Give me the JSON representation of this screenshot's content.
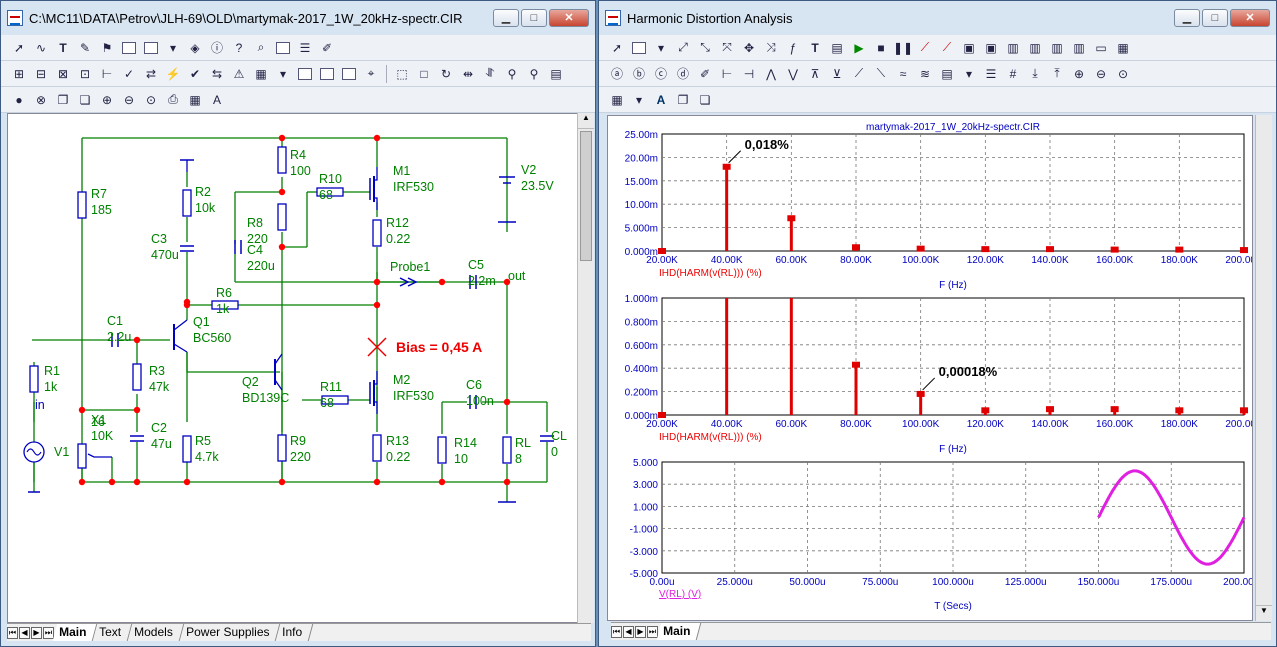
{
  "left_window": {
    "title": "C:\\MC11\\DATA\\Petrov\\JLH-69\\OLD\\martymak-2017_1W_20kHz-spectr.CIR",
    "tabs": [
      "Main",
      "Text",
      "Models",
      "Power Supplies",
      "Info"
    ],
    "active_tab": "Main"
  },
  "schematic": {
    "components": [
      {
        "ref": "R7",
        "value": "185"
      },
      {
        "ref": "R2",
        "value": "10k"
      },
      {
        "ref": "R4",
        "value": "100"
      },
      {
        "ref": "R10",
        "value": "68"
      },
      {
        "ref": "M1",
        "value": "IRF530"
      },
      {
        "ref": "V2",
        "value": "23.5V"
      },
      {
        "ref": "R8",
        "value": "220"
      },
      {
        "ref": "R12",
        "value": "0.22"
      },
      {
        "ref": "C3",
        "value": "470u"
      },
      {
        "ref": "C4",
        "value": "220u"
      },
      {
        "ref": "C5",
        "value": "2.2m"
      },
      {
        "ref": "R6",
        "value": "1k"
      },
      {
        "ref": "C1",
        "value": "2.2u"
      },
      {
        "ref": "Q1",
        "value": "BC560"
      },
      {
        "ref": "R1",
        "value": "1k"
      },
      {
        "ref": "R3",
        "value": "47k"
      },
      {
        "ref": "Q2",
        "value": "BD139C"
      },
      {
        "ref": "R11",
        "value": "68"
      },
      {
        "ref": "M2",
        "value": "IRF530"
      },
      {
        "ref": "C6",
        "value": "100n"
      },
      {
        "ref": "C2",
        "value": "47u"
      },
      {
        "ref": "R5",
        "value": "4.7k"
      },
      {
        "ref": "R9",
        "value": "220"
      },
      {
        "ref": "R13",
        "value": "0.22"
      },
      {
        "ref": "R14",
        "value": "10"
      },
      {
        "ref": "RL",
        "value": "8"
      },
      {
        "ref": "CL",
        "value": "0"
      },
      {
        "ref": "V1",
        "value": ""
      },
      {
        "ref": "X1",
        "value": "10K"
      }
    ],
    "pot_pin": "16",
    "probe_label": "Probe1",
    "out_label": "out",
    "in_label": "in",
    "bias_note": "Bias = 0,45 A"
  },
  "right_window": {
    "title": "Harmonic Distortion Analysis",
    "tabs": [
      "Main"
    ],
    "active_tab": "Main"
  },
  "colors": {
    "bar": "#e00000",
    "wave": "#e020e0",
    "wire": "#008000",
    "junction": "#ff0000",
    "part": "#0000c0",
    "label": "#008000",
    "axis": "#0000c0"
  },
  "chart_data": [
    {
      "type": "bar",
      "title": "martymak-2017_1W_20kHz-spectr.CIR",
      "xlabel": "F (Hz)",
      "ylabel": "IHD(HARM(v(RL))) (%)",
      "xlim": [
        20000,
        200000
      ],
      "ylim": [
        0,
        0.025
      ],
      "x_tick_labels": [
        "20.00K",
        "40.00K",
        "60.00K",
        "80.00K",
        "100.00K",
        "120.00K",
        "140.00K",
        "160.00K",
        "180.00K",
        "200.00K"
      ],
      "y_tick_labels": [
        "0.000m",
        "5.000m",
        "10.00m",
        "15.00m",
        "20.00m",
        "25.00m"
      ],
      "x": [
        20000,
        40000,
        60000,
        80000,
        100000,
        120000,
        140000,
        160000,
        180000,
        200000
      ],
      "values": [
        0,
        0.018,
        0.007,
        0.0008,
        0.0005,
        0.0004,
        0.0004,
        0.0003,
        0.0003,
        0.0002
      ],
      "annotation": {
        "text": "0,018%",
        "x": 40000
      }
    },
    {
      "type": "bar",
      "xlabel": "F (Hz)",
      "ylabel": "IHD(HARM(v(RL))) (%)",
      "xlim": [
        20000,
        200000
      ],
      "ylim": [
        0,
        0.001
      ],
      "x_tick_labels": [
        "20.00K",
        "40.00K",
        "60.00K",
        "80.00K",
        "100.00K",
        "120.00K",
        "140.00K",
        "160.00K",
        "180.00K",
        "200.00K"
      ],
      "y_tick_labels": [
        "0.000m",
        "0.200m",
        "0.400m",
        "0.600m",
        "0.800m",
        "1.000m"
      ],
      "x": [
        20000,
        40000,
        60000,
        80000,
        100000,
        120000,
        140000,
        160000,
        180000,
        200000
      ],
      "values": [
        0,
        0.018,
        0.007,
        0.00043,
        0.00018,
        4e-05,
        5e-05,
        5e-05,
        4e-05,
        4e-05
      ],
      "annotation": {
        "text": "0,00018%",
        "x": 100000
      }
    },
    {
      "type": "line",
      "xlabel": "T (Secs)",
      "ylabel": "V(RL) (V)",
      "xlim": [
        0,
        0.0002
      ],
      "ylim": [
        -5,
        5
      ],
      "x_tick_labels": [
        "0.00u",
        "25.000u",
        "50.000u",
        "75.000u",
        "100.000u",
        "125.000u",
        "150.000u",
        "175.000u",
        "200.000u"
      ],
      "y_tick_labels": [
        "-5.000",
        "-3.000",
        "-1.000",
        "1.000",
        "3.000",
        "5.000"
      ],
      "series": [
        {
          "name": "V(RL) (V)",
          "amplitude": 4.2,
          "frequency_hz": 20000,
          "t_start": 0.00015,
          "t_end": 0.0002
        }
      ]
    }
  ]
}
